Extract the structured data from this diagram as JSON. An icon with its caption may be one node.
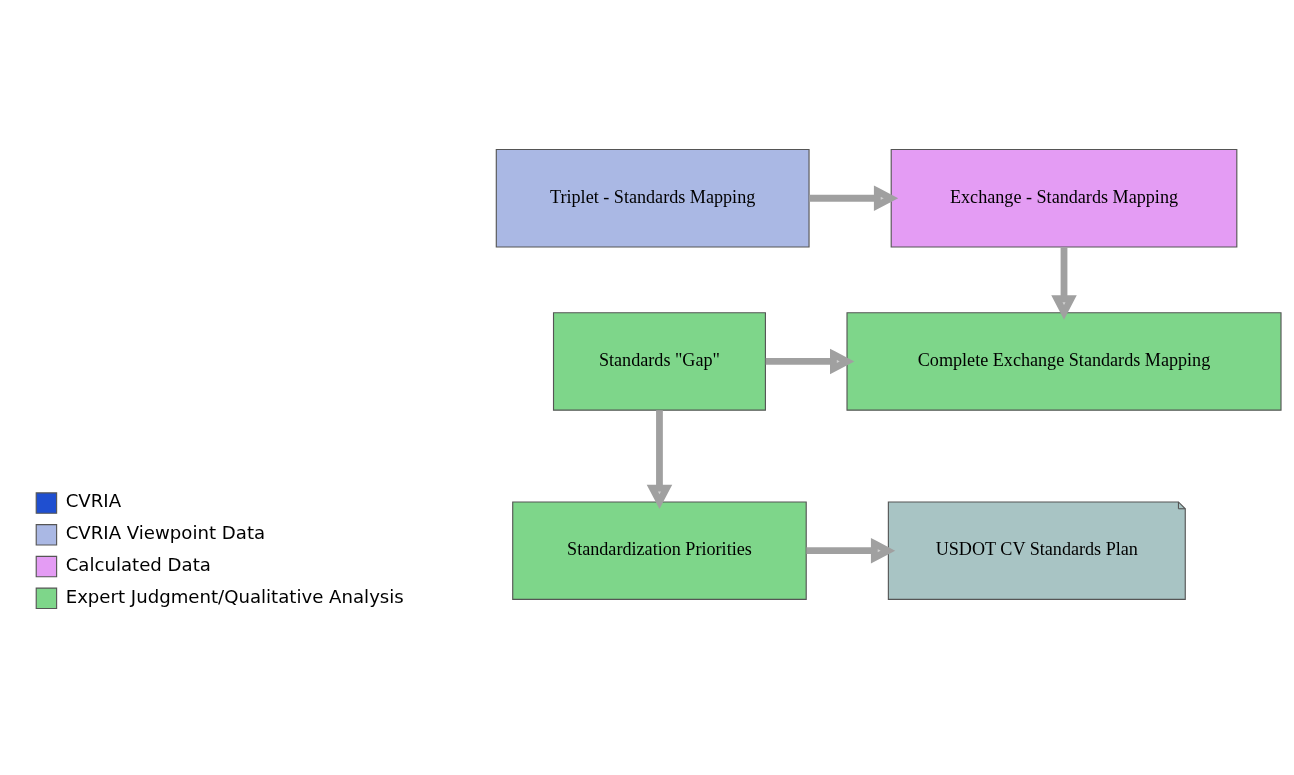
{
  "diagram": {
    "nodes": [
      {
        "text": [
          "Triplet - Standards Mapping"
        ]
      },
      {
        "text": [
          "Exchange - Standards Mapping"
        ]
      },
      {
        "text": [
          "Standards \"Gap\""
        ]
      },
      {
        "text": [
          "Complete Exchange Standards Mapping"
        ]
      },
      {
        "text": [
          "Standardization Priorities"
        ]
      },
      {
        "text": [
          "USDOT CV Standards Plan"
        ]
      }
    ],
    "edges": [
      {
        "from": 0,
        "to": 1,
        "arrow": "to"
      },
      {
        "from": 1,
        "to": 3,
        "arrow": "to"
      },
      {
        "from": 2,
        "to": 3,
        "arrow": "to"
      },
      {
        "from": 2,
        "to": 4,
        "arrow": "to"
      },
      {
        "from": 4,
        "to": 5,
        "arrow": "to"
      }
    ],
    "legend": [
      {
        "text": "CVRIA",
        "color": "#1f4fd0"
      },
      {
        "text": "CVRIA Viewpoint Data",
        "color": "#aab8e4"
      },
      {
        "text": "Calculated Data",
        "color": "#e49cf4"
      },
      {
        "text": "Expert Judgment/Qualitative Analysis",
        "color": "#7ed68a"
      }
    ]
  }
}
